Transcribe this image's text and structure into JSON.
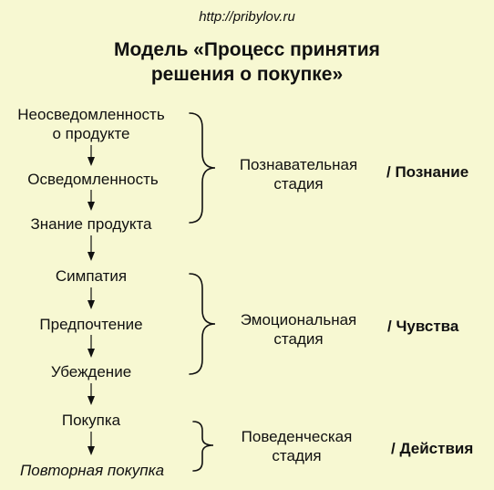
{
  "header": {
    "url": "http://pribylov.ru",
    "title_line1": "Модель «Процесс принятия",
    "title_line2": "решения о покупке»"
  },
  "steps": [
    {
      "line1": "Неосведомленность",
      "line2": "о продукте"
    },
    {
      "line1": "Осведомленность"
    },
    {
      "line1": "Знание продукта"
    },
    {
      "line1": "Симпатия"
    },
    {
      "line1": "Предпочтение"
    },
    {
      "line1": "Убеждение"
    },
    {
      "line1": "Покупка"
    },
    {
      "line1": "Повторная покупка",
      "italic": true
    }
  ],
  "stages": [
    {
      "line1": "Познавательная",
      "line2": "стадия",
      "tag": "/ Познание"
    },
    {
      "line1": "Эмоциональная",
      "line2": "стадия",
      "tag": "/ Чувства"
    },
    {
      "line1": "Поведенческая",
      "line2": "стадия",
      "tag": "/ Действия"
    }
  ],
  "colors": {
    "background": "#f7f8d2",
    "text": "#111111",
    "lines": "#111111"
  }
}
